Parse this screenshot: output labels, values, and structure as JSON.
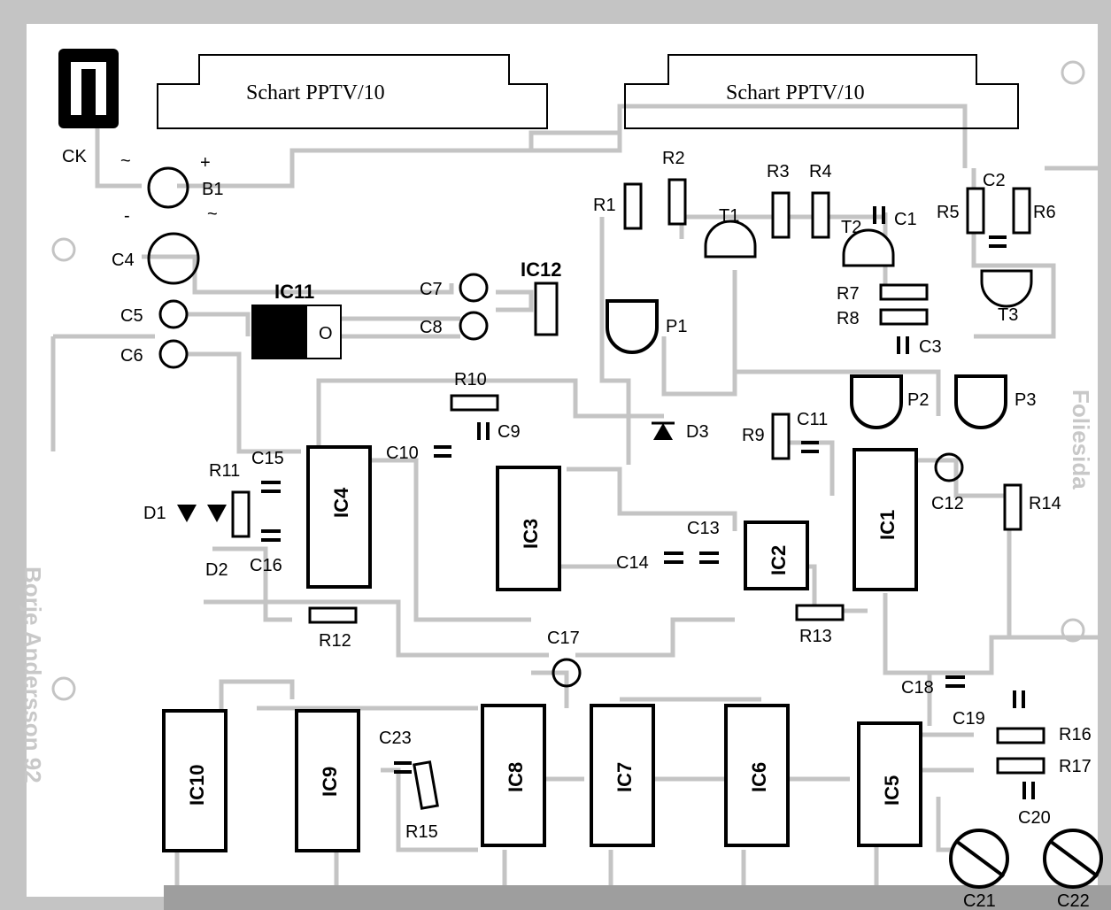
{
  "scart_connectors": [
    {
      "label": "Schart PPTV/10"
    },
    {
      "label": "Schart PPTV/10"
    }
  ],
  "board_text": {
    "right_side": "Foliesida",
    "left_side": "Borje Andersson 92"
  },
  "components": {
    "ck": "CK",
    "b1": "B1",
    "c4": "C4",
    "c5": "C5",
    "c6": "C6",
    "ic11": "IC11",
    "ic11_mark": "O",
    "ic12": "IC12",
    "c7": "C7",
    "c8": "C8",
    "r1": "R1",
    "r2": "R2",
    "r3": "R3",
    "r4": "R4",
    "r5": "R5",
    "r6": "R6",
    "c1": "C1",
    "c2": "C2",
    "t1": "T1",
    "t2": "T2",
    "t3": "T3",
    "r7": "R7",
    "r8": "R8",
    "c3": "C3",
    "p1": "P1",
    "p2": "P2",
    "p3": "P3",
    "r10": "R10",
    "c9": "C9",
    "c10": "C10",
    "d3": "D3",
    "r9": "R9",
    "c11": "C11",
    "c12": "C12",
    "r14": "R14",
    "r11": "R11",
    "c15": "C15",
    "c16": "C16",
    "d1": "D1",
    "d2": "D2",
    "ic4": "IC4",
    "ic3": "IC3",
    "c13": "C13",
    "c14": "C14",
    "ic2": "IC2",
    "ic1": "IC1",
    "r12": "R12",
    "r13": "R13",
    "c17": "C17",
    "c18": "C18",
    "c19": "C19",
    "r16": "R16",
    "r17": "R17",
    "c20": "C20",
    "c23": "C23",
    "r15": "R15",
    "ic10": "IC10",
    "ic9": "IC9",
    "ic8": "IC8",
    "ic7": "IC7",
    "ic6": "IC6",
    "ic5": "IC5",
    "c21": "C21",
    "c22": "C22"
  },
  "polarity": {
    "plus": "+",
    "minus": "-",
    "ac1": "~",
    "ac2": "~"
  }
}
